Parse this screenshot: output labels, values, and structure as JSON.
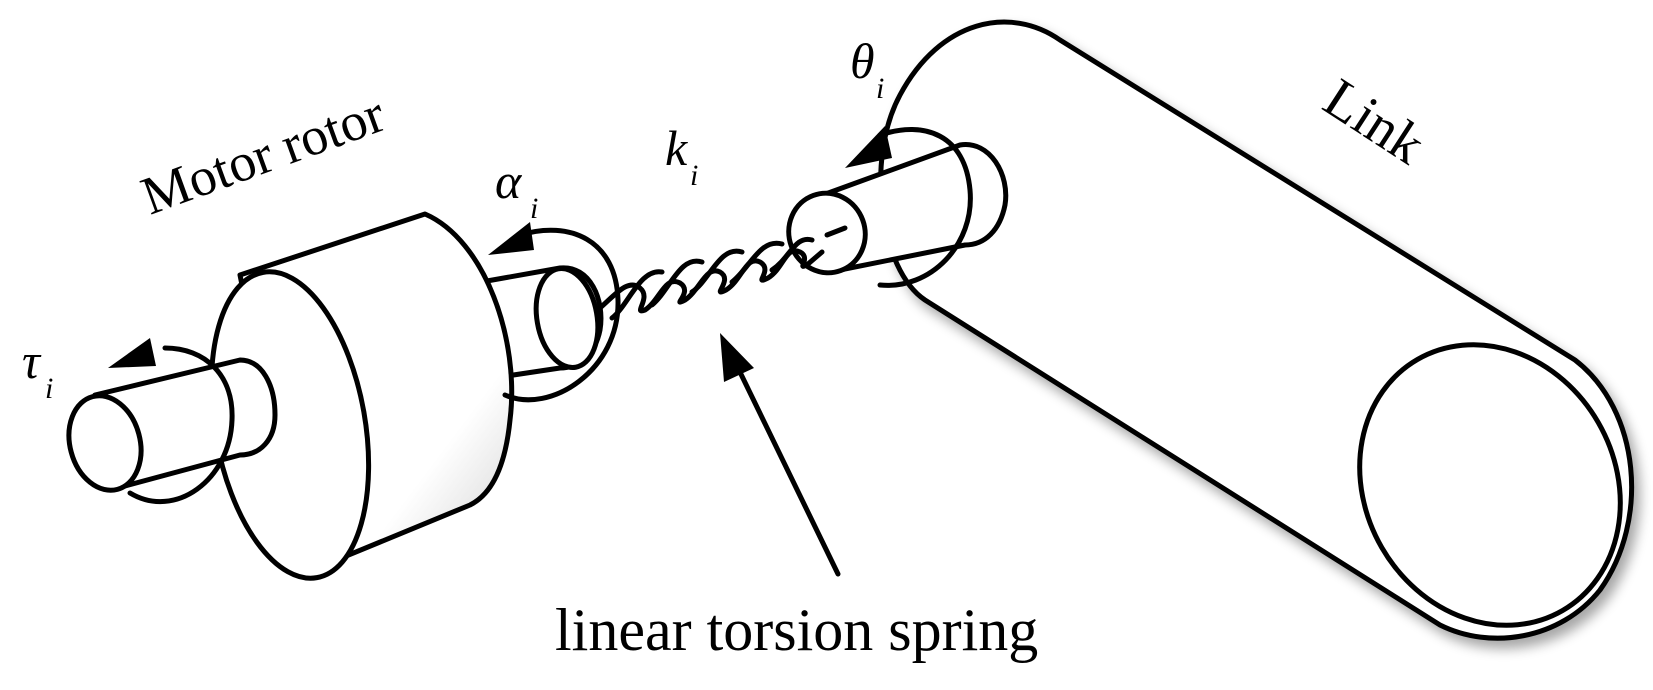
{
  "labels": {
    "motor_rotor": "Motor rotor",
    "link": "Link",
    "spring_caption": "linear torsion spring"
  },
  "symbols": {
    "tau": {
      "base": "τ",
      "sub": "i"
    },
    "alpha": {
      "base": "α",
      "sub": "i"
    },
    "k": {
      "base": "k",
      "sub": "i"
    },
    "theta": {
      "base": "θ",
      "sub": "i"
    }
  }
}
